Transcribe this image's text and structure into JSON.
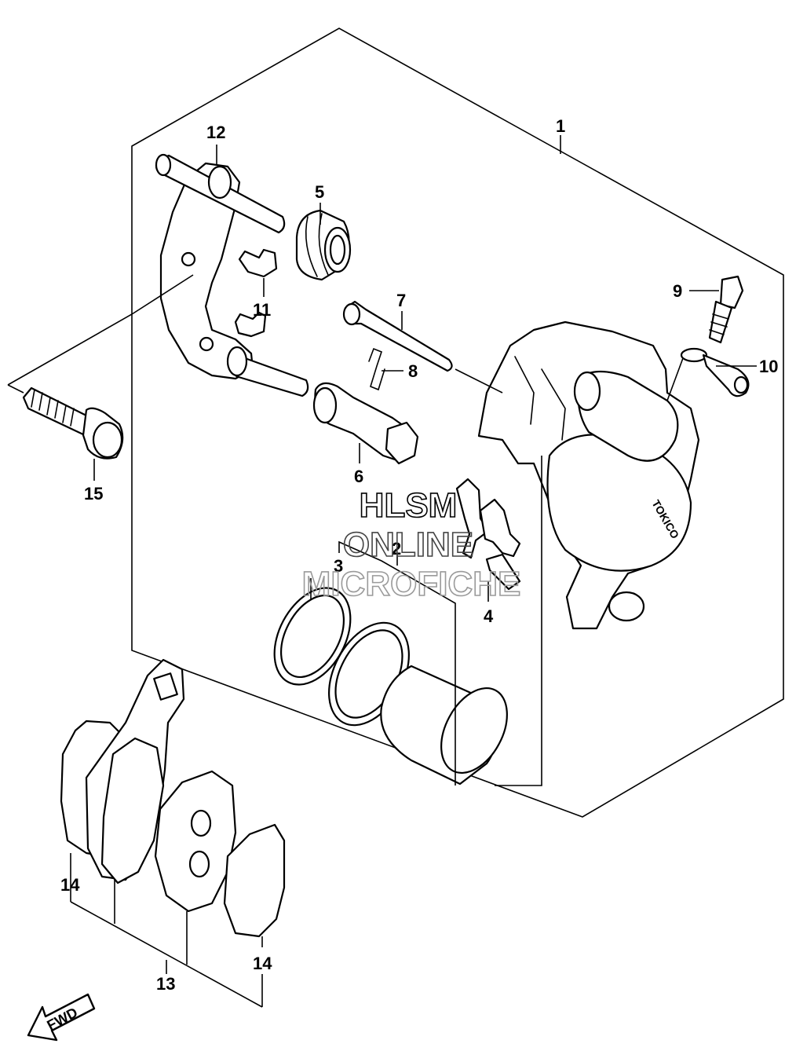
{
  "callouts": {
    "c1": "1",
    "c2": "2",
    "c3": "3",
    "c4": "4",
    "c5": "5",
    "c6": "6",
    "c7": "7",
    "c8": "8",
    "c9": "9",
    "c10": "10",
    "c11": "11",
    "c12": "12",
    "c13": "13",
    "c14a": "14",
    "c14b": "14",
    "c15": "15"
  },
  "watermark": {
    "line1": "HLSM",
    "line2": "ONLINE",
    "line3": "MICROFICHE"
  },
  "brand_mark": "TOKICO",
  "fwd_label": "FWD",
  "colors": {
    "ink": "#000000",
    "watermark": "#9a9a9a",
    "background": "#ffffff"
  }
}
